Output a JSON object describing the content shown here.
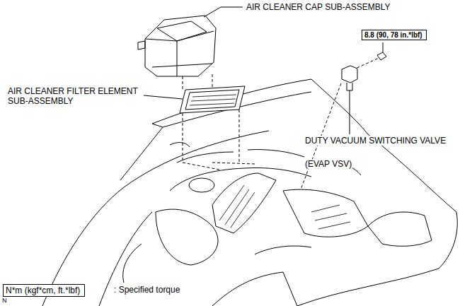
{
  "diagram": {
    "nodes": [
      {
        "text": [
          "8.8 (90, 78 in.*lbf)"
        ]
      },
      {
        "text": [
          "N*m (kgf*cm, ft.*lbf)"
        ]
      }
    ],
    "labels": [
      "AIR CLEANER CAP SUB-ASSEMBLY",
      "AIR CLEANER FILTER ELEMENT SUB-ASSEMBLY",
      "DUTY VACUUM SWITCHING VALVE",
      "(EVAP VSV)",
      ": Specified torque",
      "N"
    ]
  }
}
